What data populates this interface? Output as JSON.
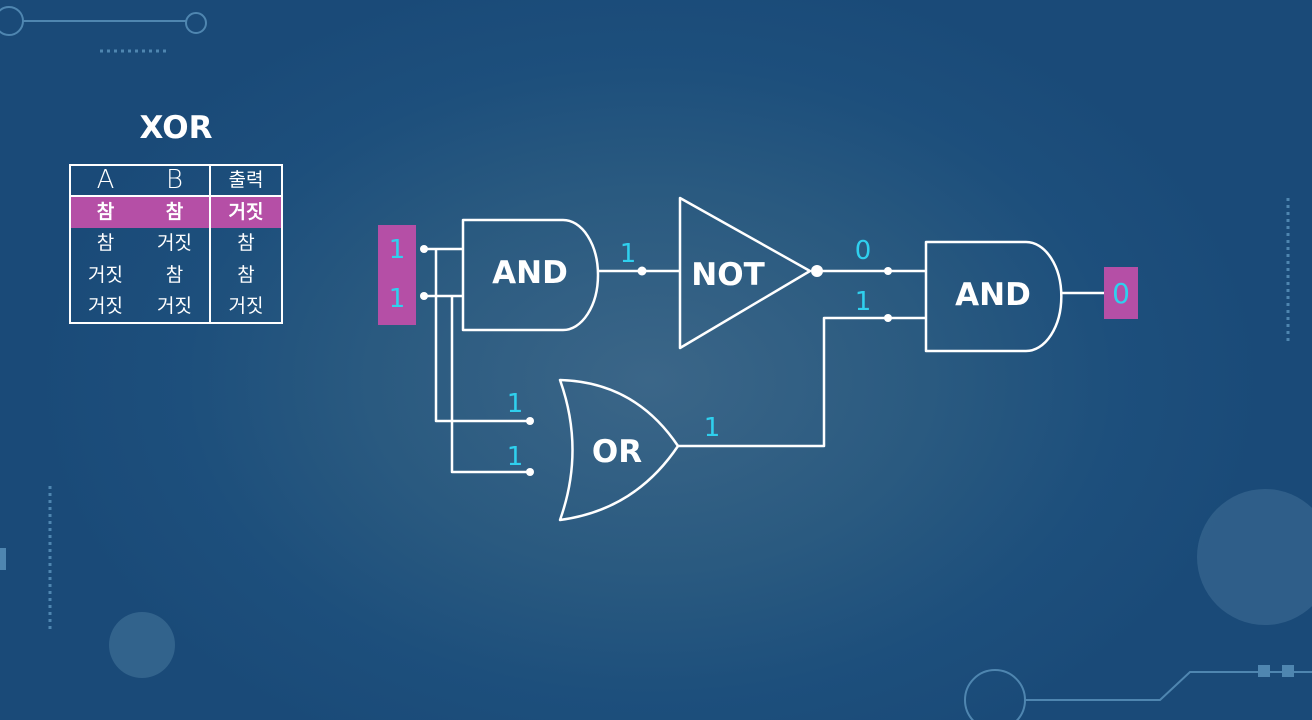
{
  "truth_table": {
    "title": "XOR",
    "headers": [
      "A",
      "B",
      "출력"
    ],
    "rows": [
      [
        "참",
        "참",
        "거짓"
      ],
      [
        "참",
        "거짓",
        "참"
      ],
      [
        "거짓",
        "참",
        "참"
      ],
      [
        "거짓",
        "거짓",
        "거짓"
      ]
    ],
    "highlighted_row": 0
  },
  "circuit": {
    "inputs": [
      "1",
      "1"
    ],
    "gates": {
      "and1": "AND",
      "not": "NOT",
      "or": "OR",
      "and2": "AND"
    },
    "wire_values": {
      "and1_out": "1",
      "not_out": "0",
      "or_in_a": "1",
      "or_in_b": "1",
      "or_out": "1",
      "and2_in_b": "1"
    },
    "output": "0"
  },
  "colors": {
    "accent_magenta": "#b54fa6",
    "wire_value_cyan": "#2fd0ee",
    "line_white": "#ffffff",
    "background": "#1d4f7c"
  }
}
